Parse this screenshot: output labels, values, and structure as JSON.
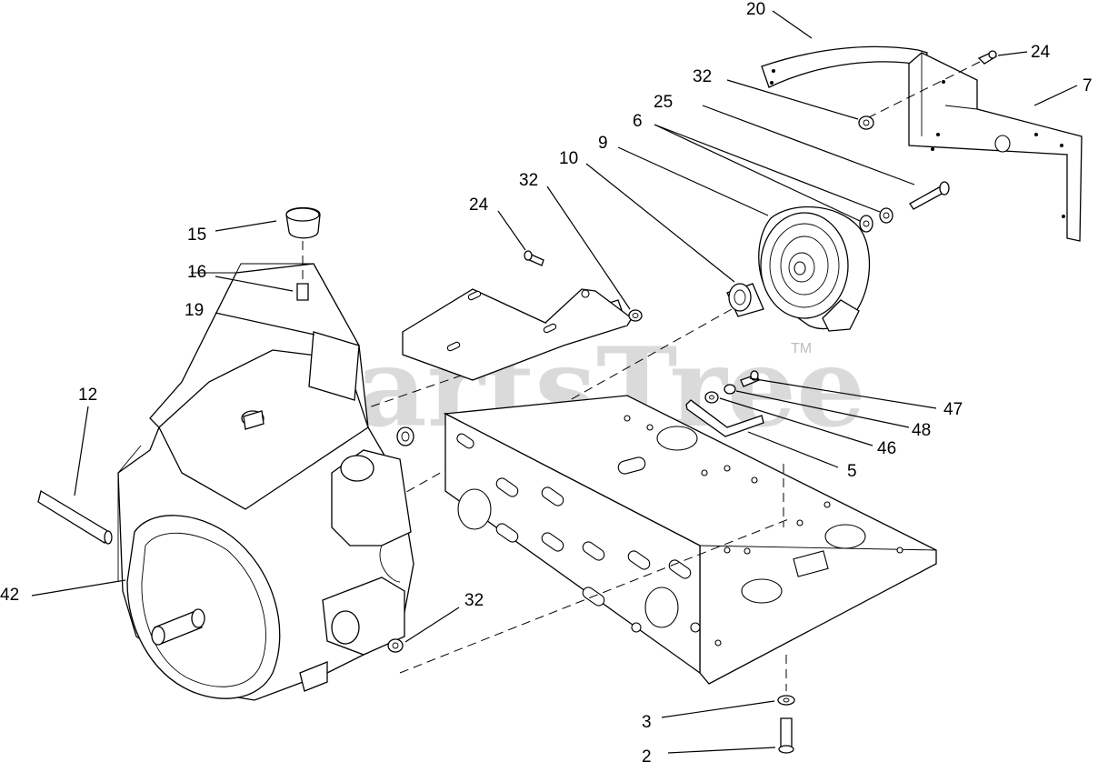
{
  "watermark": {
    "text": "PartsTree",
    "mark": "TM"
  },
  "callouts": [
    {
      "id": "c20",
      "text": "20"
    },
    {
      "id": "c24a",
      "text": "24"
    },
    {
      "id": "c7",
      "text": "7"
    },
    {
      "id": "c32a",
      "text": "32"
    },
    {
      "id": "c25",
      "text": "25"
    },
    {
      "id": "c6",
      "text": "6"
    },
    {
      "id": "c9",
      "text": "9"
    },
    {
      "id": "c10",
      "text": "10"
    },
    {
      "id": "c32b",
      "text": "32"
    },
    {
      "id": "c24b",
      "text": "24"
    },
    {
      "id": "c15",
      "text": "15"
    },
    {
      "id": "c16",
      "text": "16"
    },
    {
      "id": "c19",
      "text": "19"
    },
    {
      "id": "c12",
      "text": "12"
    },
    {
      "id": "c42",
      "text": "42"
    },
    {
      "id": "c47",
      "text": "47"
    },
    {
      "id": "c48",
      "text": "48"
    },
    {
      "id": "c46",
      "text": "46"
    },
    {
      "id": "c5",
      "text": "5"
    },
    {
      "id": "c32c",
      "text": "32"
    },
    {
      "id": "c3",
      "text": "3"
    },
    {
      "id": "c2",
      "text": "2"
    }
  ]
}
